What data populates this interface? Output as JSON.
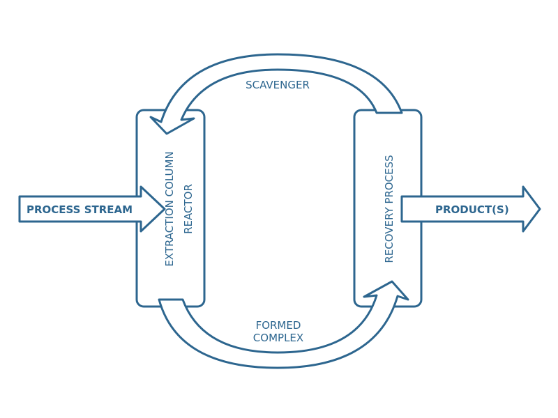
{
  "colors": {
    "stroke": "#2d668f",
    "fill": "#ffffff",
    "text": "#2d668f"
  },
  "nodes": {
    "extraction_reactor": {
      "line1": "EXTRACTION COLUMN",
      "line2": "REACTOR"
    },
    "recovery_process": {
      "label": "RECOVERY PROCESS"
    }
  },
  "flows": {
    "process_stream": "PROCESS STREAM",
    "products": "PRODUCT(S)",
    "scavenger": "SCAVENGER",
    "formed_complex_line1": "FORMED",
    "formed_complex_line2": "COMPLEX"
  }
}
